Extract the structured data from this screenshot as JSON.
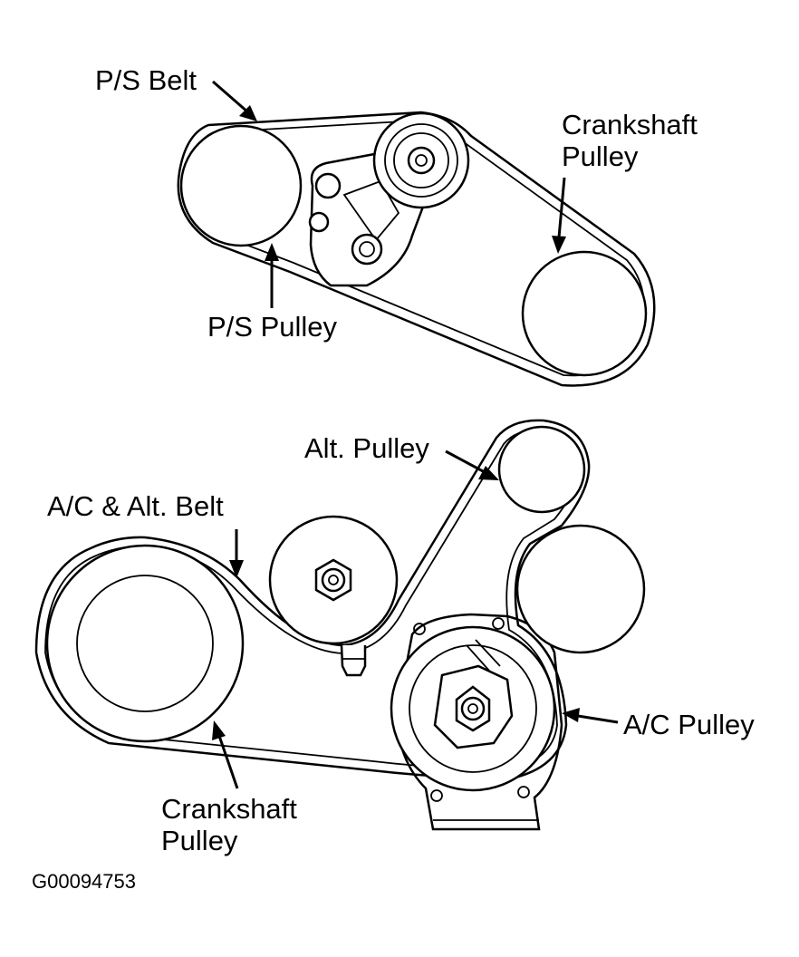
{
  "top_diagram": {
    "belt_label": "P/S Belt",
    "ps_pulley_label": "P/S Pulley",
    "crankshaft_label_line1": "Crankshaft",
    "crankshaft_label_line2": "Pulley"
  },
  "bottom_diagram": {
    "alt_pulley_label": "Alt. Pulley",
    "belt_label": "A/C & Alt. Belt",
    "ac_pulley_label": "A/C Pulley",
    "crankshaft_label_line1": "Crankshaft",
    "crankshaft_label_line2": "Pulley"
  },
  "figure_code": "G00094753",
  "colors": {
    "line": "#000000",
    "background": "#ffffff"
  }
}
